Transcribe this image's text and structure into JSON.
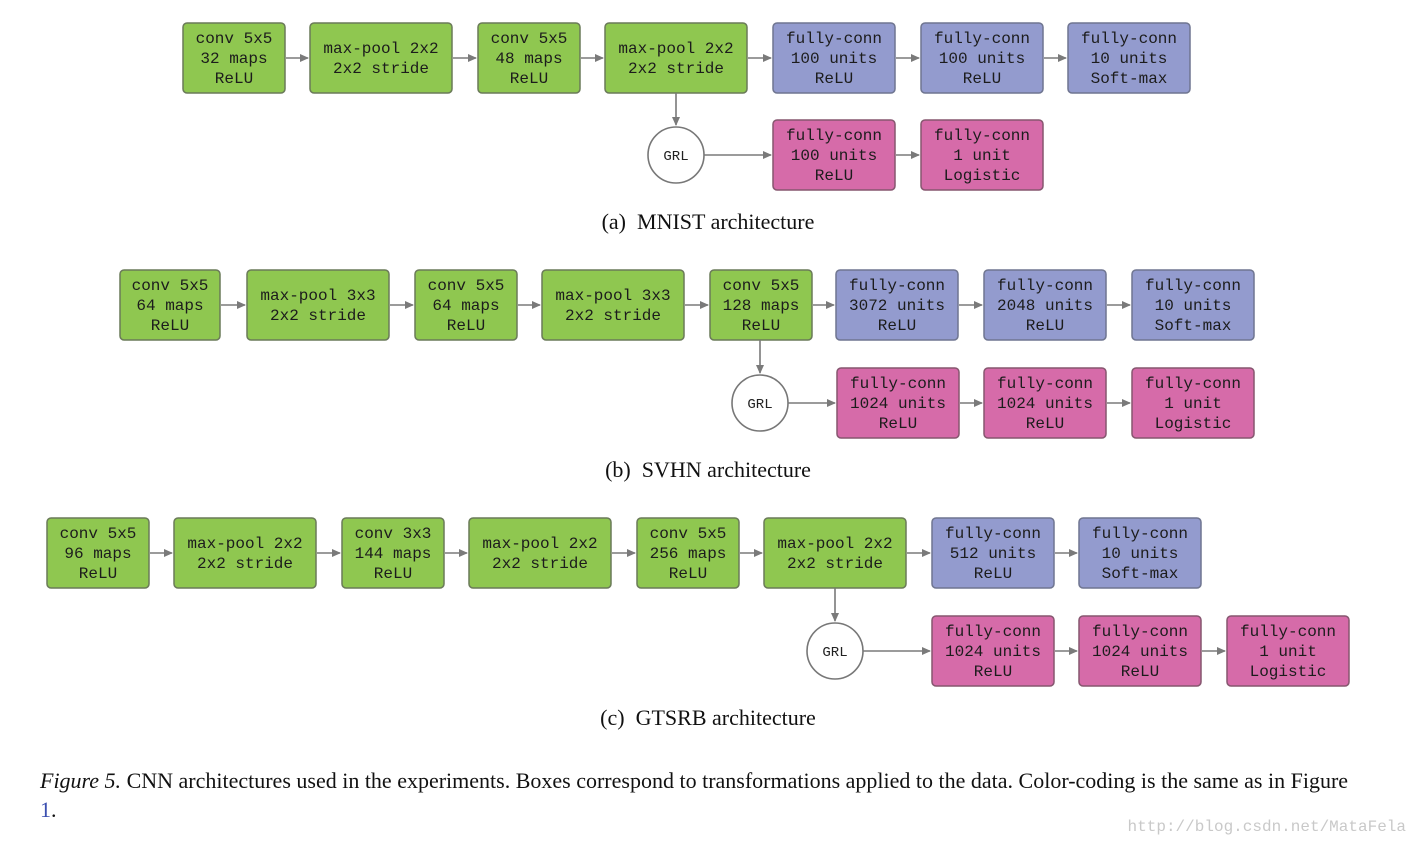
{
  "colors": {
    "feature": {
      "fill": "#8fc750",
      "stroke": "#6a7a58"
    },
    "label": {
      "fill": "#939bce",
      "stroke": "#6f7590"
    },
    "domain": {
      "fill": "#d66ba9",
      "stroke": "#86566f"
    },
    "arrow": "#7a7a7a",
    "grl_stroke": "#777777"
  },
  "diagrams": [
    {
      "id": "mnist",
      "caption": {
        "tag": "(a)",
        "text": "MNIST architecture"
      },
      "main": [
        {
          "kind": "feature",
          "lines": [
            "conv 5x5",
            "32 maps",
            "ReLU"
          ]
        },
        {
          "kind": "feature",
          "lines": [
            "max-pool 2x2",
            "2x2 stride"
          ]
        },
        {
          "kind": "feature",
          "lines": [
            "conv 5x5",
            "48 maps",
            "ReLU"
          ]
        },
        {
          "kind": "feature",
          "lines": [
            "max-pool 2x2",
            "2x2 stride"
          ]
        },
        {
          "kind": "label",
          "lines": [
            "fully-conn",
            "100 units",
            "ReLU"
          ]
        },
        {
          "kind": "label",
          "lines": [
            "fully-conn",
            "100 units",
            "ReLU"
          ]
        },
        {
          "kind": "label",
          "lines": [
            "fully-conn",
            "10 units",
            "Soft-max"
          ]
        }
      ],
      "grl": {
        "label": "GRL",
        "from_index": 3
      },
      "branch": [
        {
          "kind": "domain",
          "lines": [
            "fully-conn",
            "100 units",
            "ReLU"
          ]
        },
        {
          "kind": "domain",
          "lines": [
            "fully-conn",
            "1 unit",
            "Logistic"
          ]
        }
      ]
    },
    {
      "id": "svhn",
      "caption": {
        "tag": "(b)",
        "text": "SVHN architecture"
      },
      "main": [
        {
          "kind": "feature",
          "lines": [
            "conv 5x5",
            "64 maps",
            "ReLU"
          ]
        },
        {
          "kind": "feature",
          "lines": [
            "max-pool 3x3",
            "2x2 stride"
          ]
        },
        {
          "kind": "feature",
          "lines": [
            "conv 5x5",
            "64 maps",
            "ReLU"
          ]
        },
        {
          "kind": "feature",
          "lines": [
            "max-pool 3x3",
            "2x2 stride"
          ]
        },
        {
          "kind": "feature",
          "lines": [
            "conv 5x5",
            "128 maps",
            "ReLU"
          ]
        },
        {
          "kind": "label",
          "lines": [
            "fully-conn",
            "3072 units",
            "ReLU"
          ]
        },
        {
          "kind": "label",
          "lines": [
            "fully-conn",
            "2048 units",
            "ReLU"
          ]
        },
        {
          "kind": "label",
          "lines": [
            "fully-conn",
            "10 units",
            "Soft-max"
          ]
        }
      ],
      "grl": {
        "label": "GRL",
        "from_index": 4
      },
      "branch": [
        {
          "kind": "domain",
          "lines": [
            "fully-conn",
            "1024 units",
            "ReLU"
          ]
        },
        {
          "kind": "domain",
          "lines": [
            "fully-conn",
            "1024 units",
            "ReLU"
          ]
        },
        {
          "kind": "domain",
          "lines": [
            "fully-conn",
            "1 unit",
            "Logistic"
          ]
        }
      ]
    },
    {
      "id": "gtsrb",
      "caption": {
        "tag": "(c)",
        "text": "GTSRB architecture"
      },
      "main": [
        {
          "kind": "feature",
          "lines": [
            "conv 5x5",
            "96 maps",
            "ReLU"
          ]
        },
        {
          "kind": "feature",
          "lines": [
            "max-pool 2x2",
            "2x2 stride"
          ]
        },
        {
          "kind": "feature",
          "lines": [
            "conv 3x3",
            "144 maps",
            "ReLU"
          ]
        },
        {
          "kind": "feature",
          "lines": [
            "max-pool 2x2",
            "2x2 stride"
          ]
        },
        {
          "kind": "feature",
          "lines": [
            "conv 5x5",
            "256 maps",
            "ReLU"
          ]
        },
        {
          "kind": "feature",
          "lines": [
            "max-pool 2x2",
            "2x2 stride"
          ]
        },
        {
          "kind": "label",
          "lines": [
            "fully-conn",
            "512 units",
            "ReLU"
          ]
        },
        {
          "kind": "label",
          "lines": [
            "fully-conn",
            "10 units",
            "Soft-max"
          ]
        }
      ],
      "grl": {
        "label": "GRL",
        "from_index": 5
      },
      "branch": [
        {
          "kind": "domain",
          "lines": [
            "fully-conn",
            "1024 units",
            "ReLU"
          ]
        },
        {
          "kind": "domain",
          "lines": [
            "fully-conn",
            "1024 units",
            "ReLU"
          ]
        },
        {
          "kind": "domain",
          "lines": [
            "fully-conn",
            "1 unit",
            "Logistic"
          ]
        }
      ]
    }
  ],
  "figure_caption": {
    "label": "Figure 5.",
    "text": "CNN architectures used in the experiments. Boxes correspond to transformations applied to the data. Color-coding is the same as in Figure",
    "link": "1",
    "end": "."
  },
  "watermark": "http://blog.csdn.net/MataFela"
}
